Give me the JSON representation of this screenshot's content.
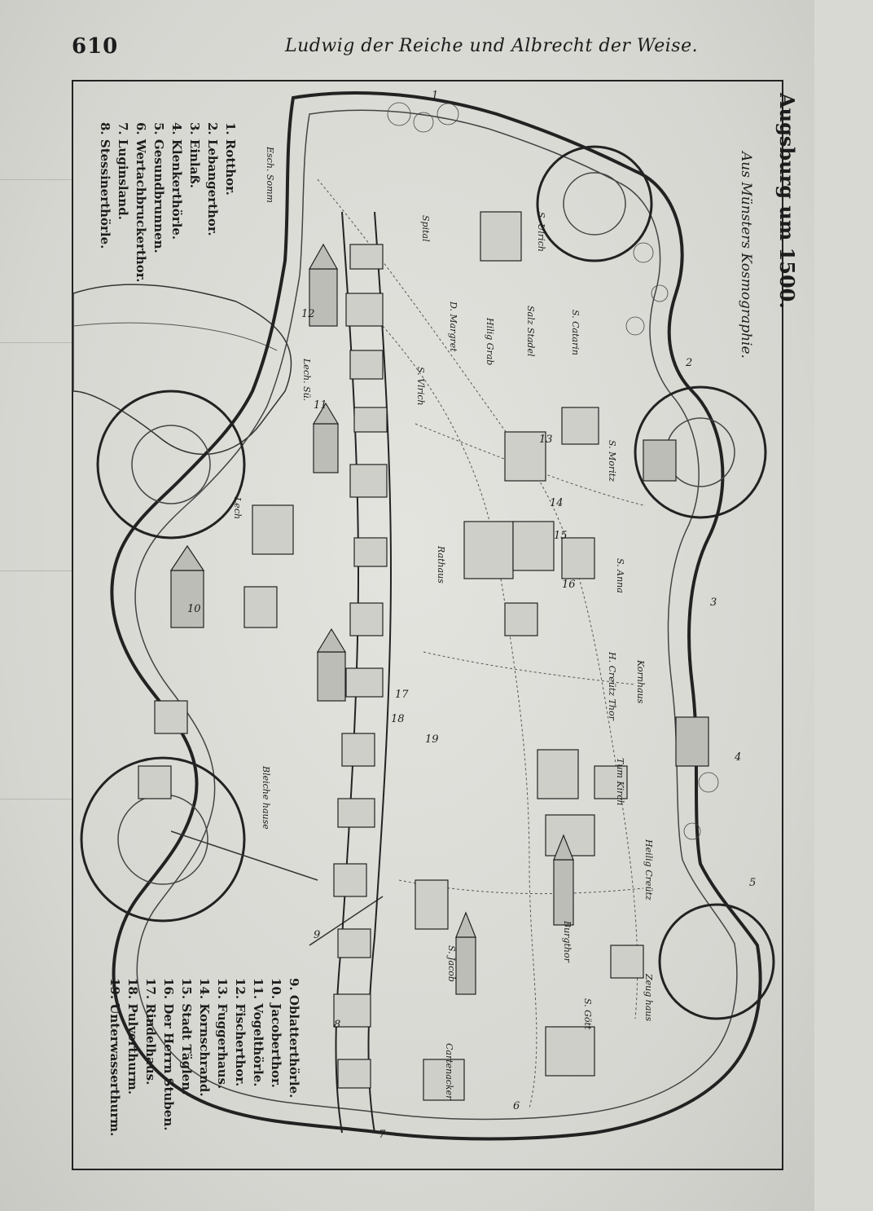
{
  "header": {
    "page_number": "610",
    "running_head": "Ludwig der Reiche und Albrecht der Weise."
  },
  "figure": {
    "title": "Augsburg um 1500.",
    "subtitle": "Aus Münsters Kosmographie.",
    "legend_first": [
      "1. Rotthor.",
      "2. Lebangerthor.",
      "3. Einlaß.",
      "4. Klenkerthörle.",
      "5. Gesundbrunnen.",
      "6. Wertachbruckerthor.",
      "7. Luginsland.",
      "8. Stessinerthörle."
    ],
    "legend_second": [
      "9. Oblatterthörle.",
      "10. Jacoberthor.",
      "11. Vogelthörle.",
      "12. Fischerthor.",
      "13. Fuggerhaus.",
      "14. Kornschrand.",
      "15. Stadt Täglen.",
      "16. Der Herrn Stuben.",
      "17. Rindelhaus.",
      "18. Pulverthurm.",
      "19. Unterwasserthurm."
    ],
    "map_labels": [
      "S. Ulrich",
      "Spital",
      "D. Margret",
      "Salz Stadel",
      "S. Catarin",
      "Hilig Grab",
      "S. Vlrich",
      "S. Moritz",
      "S. Anna",
      "Rathaus",
      "Kornhaus",
      "H. Creütz Thor",
      "Tum Kirch",
      "Heilig Creütz",
      "Burgthor",
      "S. Gött",
      "Zeug haus",
      "Cartenacker",
      "S. Jacob",
      "Bleiche hause",
      "Lech",
      "Lech. Sü.",
      "Esch. Somm"
    ],
    "map_numbers": [
      "1",
      "2",
      "3",
      "4",
      "5",
      "6",
      "7",
      "8",
      "9",
      "10",
      "11",
      "12",
      "13",
      "14",
      "15",
      "16",
      "17",
      "18",
      "19"
    ]
  }
}
